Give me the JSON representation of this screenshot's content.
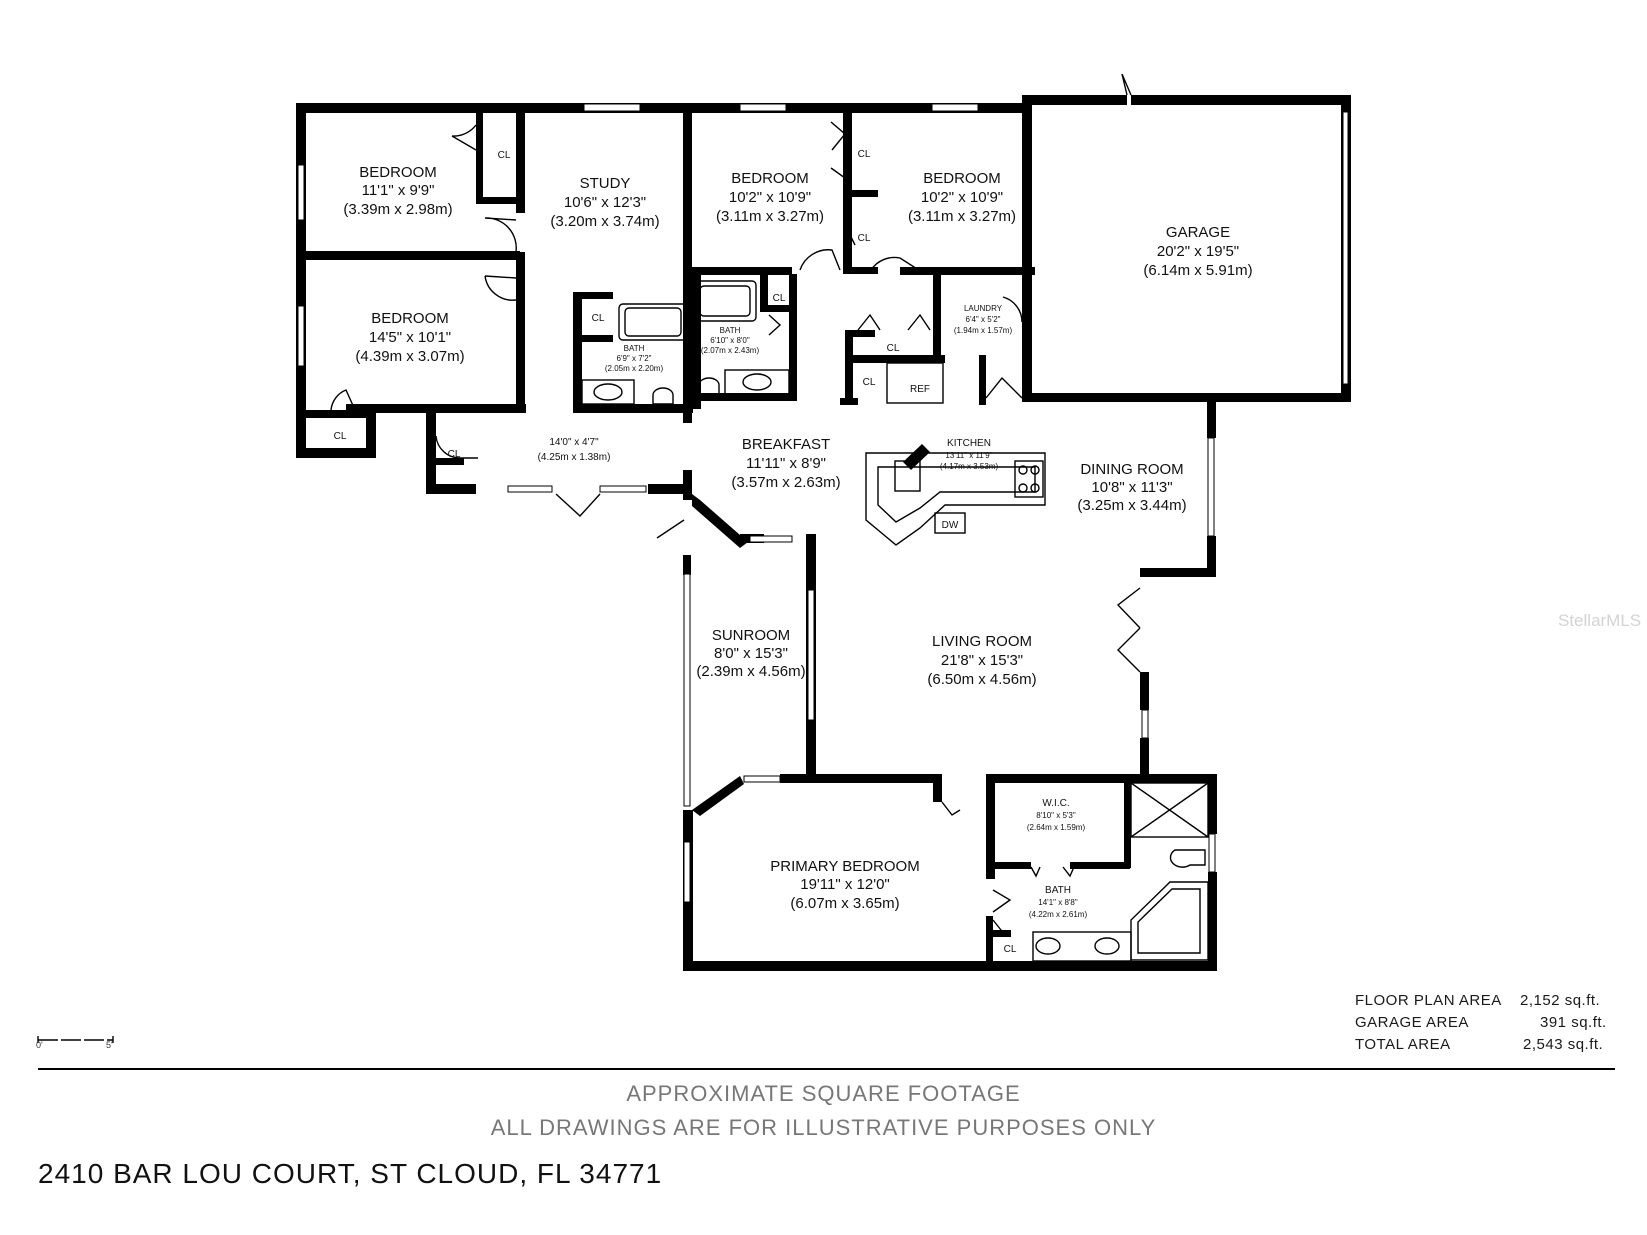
{
  "rooms": [
    {
      "id": "bedroom-1",
      "name": "BEDROOM",
      "imperial": "11'1\" x 9'9\"",
      "metric": "(3.39m x 2.98m)"
    },
    {
      "id": "study",
      "name": "STUDY",
      "imperial": "10'6\" x 12'3\"",
      "metric": "(3.20m x 3.74m)"
    },
    {
      "id": "bedroom-2",
      "name": "BEDROOM",
      "imperial": "10'2\" x 10'9\"",
      "metric": "(3.11m x 3.27m)"
    },
    {
      "id": "bedroom-3",
      "name": "BEDROOM",
      "imperial": "10'2\" x 10'9\"",
      "metric": "(3.11m x 3.27m)"
    },
    {
      "id": "garage",
      "name": "GARAGE",
      "imperial": "20'2\" x 19'5\"",
      "metric": "(6.14m x 5.91m)"
    },
    {
      "id": "bedroom-4",
      "name": "BEDROOM",
      "imperial": "14'5\" x 10'1\"",
      "metric": "(4.39m x 3.07m)"
    },
    {
      "id": "bath-1",
      "name": "BATH",
      "imperial": "6'9\" x 7'2\"",
      "metric": "(2.05m x 2.20m)"
    },
    {
      "id": "bath-2",
      "name": "BATH",
      "imperial": "6'10\" x 8'0\"",
      "metric": "(2.07m x 2.43m)"
    },
    {
      "id": "laundry",
      "name": "LAUNDRY",
      "imperial": "6'4\" x 5'2\"",
      "metric": "(1.94m x 1.57m)"
    },
    {
      "id": "hall",
      "name": "",
      "imperial": "14'0\" x 4'7\"",
      "metric": "(4.25m x 1.38m)"
    },
    {
      "id": "breakfast",
      "name": "BREAKFAST",
      "imperial": "11'11\" x 8'9\"",
      "metric": "(3.57m x 2.63m)"
    },
    {
      "id": "kitchen",
      "name": "KITCHEN",
      "imperial": "13'11\" x 11'9\"",
      "metric": "(4.17m x 3.53m)"
    },
    {
      "id": "dining-room",
      "name": "DINING ROOM",
      "imperial": "10'8\" x 11'3\"",
      "metric": "(3.25m x 3.44m)"
    },
    {
      "id": "sunroom",
      "name": "SUNROOM",
      "imperial": "8'0\" x 15'3\"",
      "metric": "(2.39m x 4.56m)"
    },
    {
      "id": "living-room",
      "name": "LIVING ROOM",
      "imperial": "21'8\" x 15'3\"",
      "metric": "(6.50m x 4.56m)"
    },
    {
      "id": "wic",
      "name": "W.I.C.",
      "imperial": "8'10\" x 5'3\"",
      "metric": "(2.64m x 1.59m)"
    },
    {
      "id": "primary-bedroom",
      "name": "PRIMARY BEDROOM",
      "imperial": "19'11\" x 12'0\"",
      "metric": "(6.07m x 3.65m)"
    },
    {
      "id": "bath-3",
      "name": "BATH",
      "imperial": "14'1\" x 8'8\"",
      "metric": "(4.22m x 2.61m)"
    }
  ],
  "labels": {
    "closet": "CL",
    "refrigerator": "REF",
    "dishwasher": "DW"
  },
  "scale": {
    "start": "0'",
    "end": "5'"
  },
  "areas": [
    {
      "label": "FLOOR PLAN AREA",
      "value": "2,152 sq.ft."
    },
    {
      "label": "GARAGE AREA",
      "value": "391 sq.ft."
    },
    {
      "label": "TOTAL AREA",
      "value": "2,543 sq.ft."
    }
  ],
  "disclaimer": {
    "line1": "APPROXIMATE SQUARE FOOTAGE",
    "line2": "ALL DRAWINGS ARE FOR ILLUSTRATIVE PURPOSES ONLY"
  },
  "address": "2410 BAR LOU COURT, ST CLOUD, FL 34771",
  "watermark": "StellarMLS"
}
